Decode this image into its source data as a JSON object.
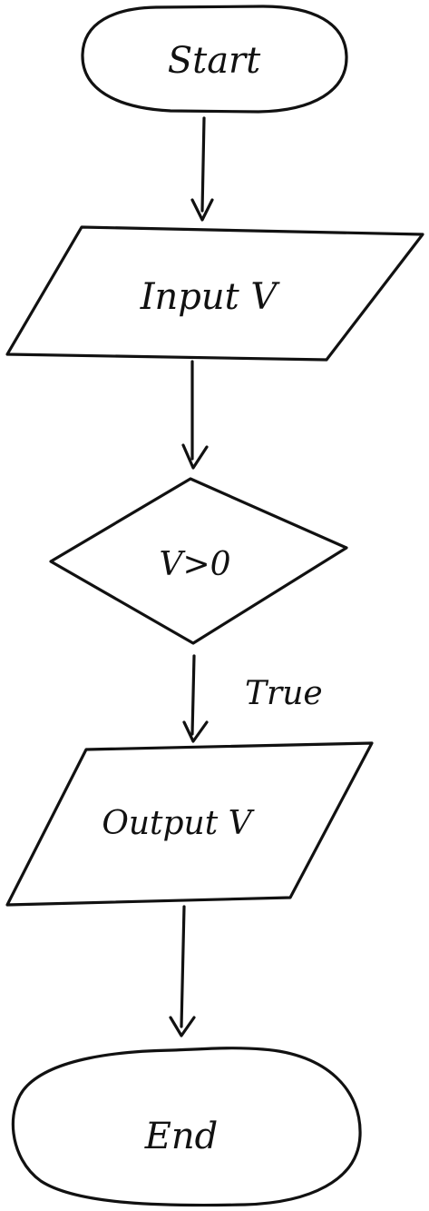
{
  "nodes": {
    "start": {
      "label": "Start"
    },
    "input": {
      "label": "Input V"
    },
    "decision": {
      "label": "V>0"
    },
    "output": {
      "label": "Output V"
    },
    "end": {
      "label": "End"
    }
  },
  "edges": {
    "decision_to_output": {
      "label": "True"
    }
  }
}
